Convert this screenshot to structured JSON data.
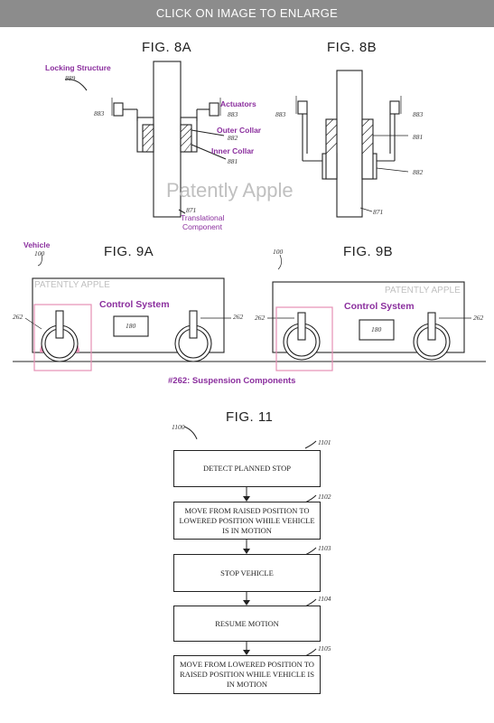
{
  "banner": "CLICK ON IMAGE TO ENLARGE",
  "fig8": {
    "a_title": "FIG. 8A",
    "b_title": "FIG. 8B",
    "locking_structure": "Locking Structure",
    "n889": "889",
    "actuators": "Actuators",
    "outer_collar": "Outer Collar",
    "inner_collar": "Inner Collar",
    "translational": "Translational",
    "component": "Component",
    "n883": "883",
    "n882": "882",
    "n881": "881",
    "n871": "871",
    "watermark": "Patently Apple"
  },
  "fig9": {
    "a_title": "FIG. 9A",
    "b_title": "FIG. 9B",
    "vehicle": "Vehicle",
    "n100": "100",
    "n262": "262",
    "n180": "180",
    "control_system": "Control System",
    "watermark": "PATENTLY APPLE",
    "caption": "#262: Suspension Components"
  },
  "fig11": {
    "title": "FIG. 11",
    "ref": "1100",
    "steps": [
      {
        "num": "1101",
        "text": "DETECT PLANNED STOP"
      },
      {
        "num": "1102",
        "text": "MOVE FROM RAISED POSITION TO LOWERED POSITION WHILE VEHICLE IS IN MOTION"
      },
      {
        "num": "1103",
        "text": "STOP VEHICLE"
      },
      {
        "num": "1104",
        "text": "RESUME MOTION"
      },
      {
        "num": "1105",
        "text": "MOVE FROM LOWERED POSITION TO RAISED POSITION WHILE VEHICLE IS IN MOTION"
      }
    ]
  },
  "colors": {
    "accent": "#8b2f9e",
    "highlight": "#e58fb5",
    "banner": "#8c8c8c"
  }
}
